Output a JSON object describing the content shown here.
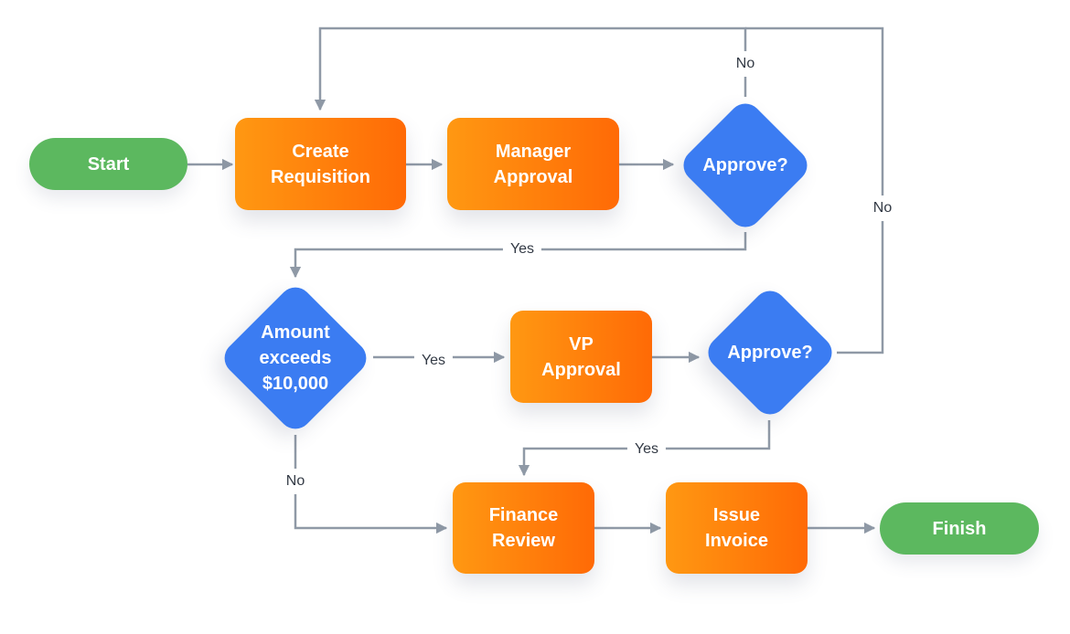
{
  "nodes": {
    "start": "Start",
    "create_requisition": "Create\nRequisition",
    "manager_approval": "Manager\nApproval",
    "approve_1": "Approve?",
    "amount_exceeds": "Amount\nexceeds\n$10,000",
    "vp_approval": "VP\nApproval",
    "approve_2": "Approve?",
    "finance_review": "Finance\nReview",
    "issue_invoice": "Issue\nInvoice",
    "finish": "Finish"
  },
  "edge_labels": {
    "approve1_no": "No",
    "approve1_yes": "Yes",
    "amount_yes": "Yes",
    "amount_no": "No",
    "approve2_no": "No",
    "approve2_yes": "Yes"
  },
  "colors": {
    "terminal": "#5cb85f",
    "process": "#ff7d0a",
    "decision": "#3b7cf2",
    "connector": "#8f99a6"
  }
}
